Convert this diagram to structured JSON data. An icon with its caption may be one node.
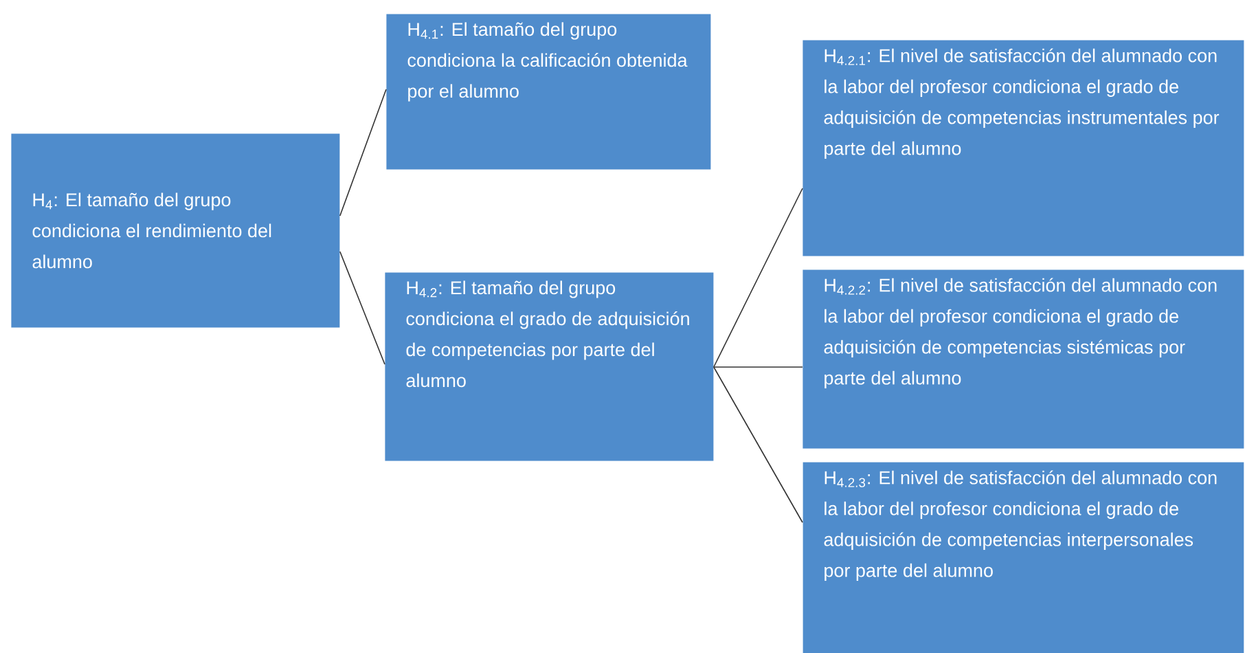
{
  "diagram": {
    "nodes": [
      {
        "text": [
          "H$_{4}$: El tamaño del grupo condiciona el rendimiento del alumno"
        ]
      },
      {
        "text": [
          "H$_{4.1}$: El tamaño del grupo condiciona la calificación obtenida por el alumno"
        ]
      },
      {
        "text": [
          "H$_{4.2}$: El tamaño del grupo condiciona el grado de adquisición de competencias por parte del alumno"
        ]
      },
      {
        "text": [
          "H$_{4.2.1}$: El nivel de satisfacción del alumnado con la labor del profesor condiciona el grado de adquisición de competencias instrumentales por parte del alumno"
        ]
      },
      {
        "text": [
          "H$_{4.2.2}$: El nivel de satisfacción del alumnado con la labor del profesor condiciona el grado de adquisición de competencias sistémicas por parte del alumno"
        ]
      },
      {
        "text": [
          "H$_{4.2.3}$: El nivel de satisfacción del alumnado con la labor del profesor condiciona el grado de adquisición de competencias interpersonales por parte del alumno"
        ]
      }
    ],
    "edges": [
      {
        "from": 0,
        "to": 1,
        "arrow": "none"
      },
      {
        "from": 0,
        "to": 2,
        "arrow": "none"
      },
      {
        "from": 2,
        "to": 3,
        "arrow": "none"
      },
      {
        "from": 2,
        "to": 4,
        "arrow": "none"
      },
      {
        "from": 2,
        "to": 5,
        "arrow": "none"
      }
    ]
  }
}
